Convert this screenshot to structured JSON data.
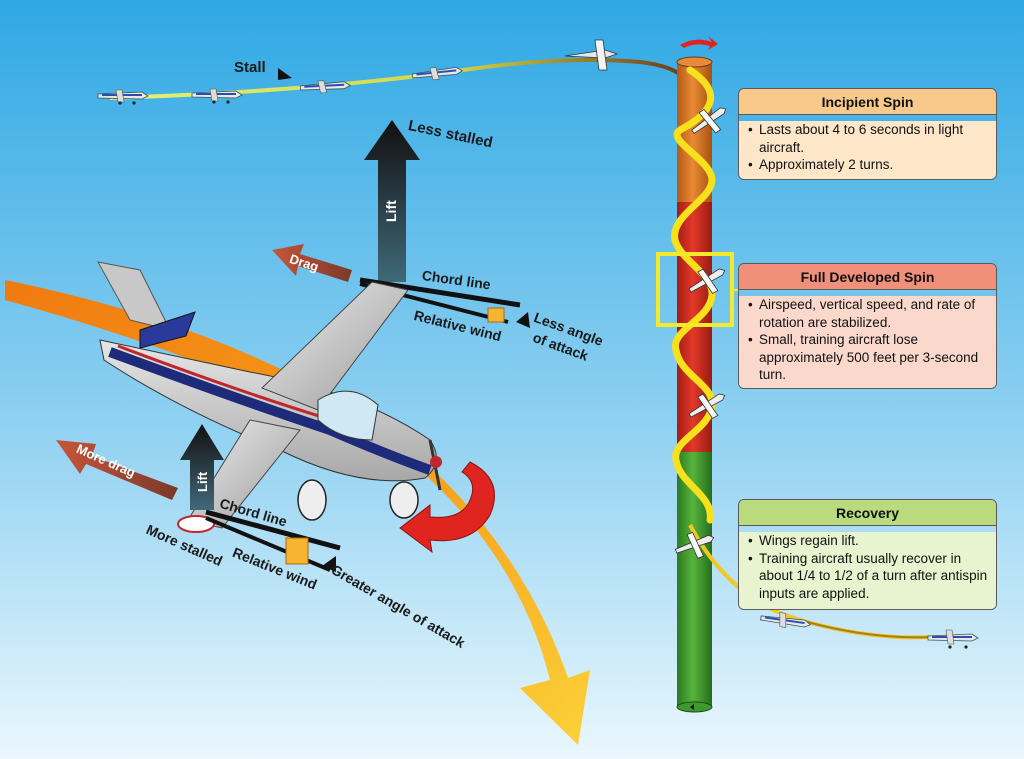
{
  "phases": [
    {
      "title": "Incipient Spin",
      "bullets": [
        "Lasts about 4 to 6 seconds in light aircraft.",
        "Approximately 2 turns."
      ],
      "header_color": "#f8c98a",
      "body_color": "#fde7c8"
    },
    {
      "title": "Full Developed Spin",
      "bullets": [
        "Airspeed, vertical speed, and rate of rotation are stabilized.",
        "Small, training aircraft lose approximately 500 feet per 3-second turn."
      ],
      "header_color": "#f08f7a",
      "body_color": "#fbd8cc"
    },
    {
      "title": "Recovery",
      "bullets": [
        "Wings regain lift.",
        "Training aircraft usually recover in about 1/4 to 1/2 of a turn after antispin inputs are applied."
      ],
      "header_color": "#b9db7e",
      "body_color": "#e7f4cf"
    }
  ],
  "labels": {
    "stall": "Stall",
    "less_stalled": "Less stalled",
    "lift_top": "Lift",
    "drag": "Drag",
    "chord_line_top": "Chord line",
    "relative_wind_top": "Relative wind",
    "less_angle_line1": "Less angle",
    "less_angle_line2": "of attack",
    "more_drag": "More drag",
    "lift_bottom": "Lift",
    "chord_line_bottom": "Chord line",
    "more_stalled": "More stalled",
    "relative_wind_bottom": "Relative wind",
    "greater_angle": "Greater angle of attack"
  },
  "colors": {
    "sky_top": "#2fa8e4",
    "sky_bottom": "#e8f6fd",
    "column_incipient": "#d4701f",
    "column_developed": "#d32b1f",
    "column_recovery": "#3e9a2e",
    "highlight": "#f2ea2a",
    "rotation_arrow": "#e02420"
  }
}
